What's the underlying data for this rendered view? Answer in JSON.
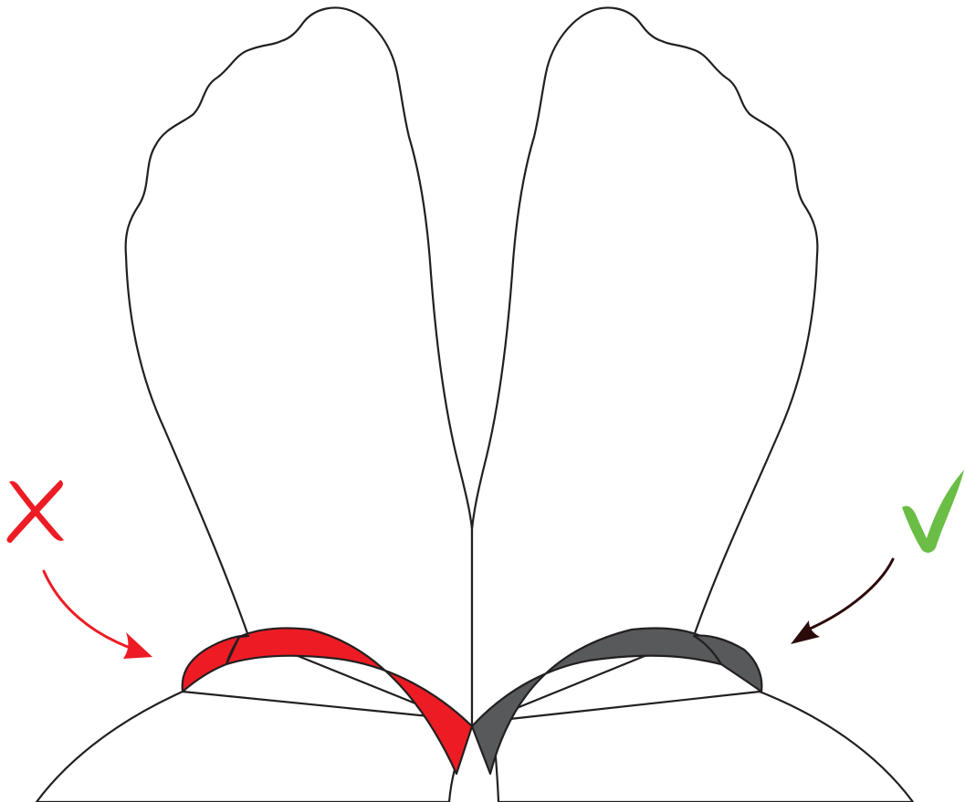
{
  "colors": {
    "wrong": "#ed1c24",
    "right": "#58595b",
    "check": "#6abd45",
    "wrong_arrow": "#ed1c24",
    "right_arrow": "#2b0a0a",
    "outline": "#231f20",
    "background": "#ffffff"
  },
  "icons": {
    "wrong_marker": "cross-icon",
    "right_marker": "check-icon",
    "wrong_pointer": "curved-arrow-icon",
    "right_pointer": "curved-arrow-icon"
  },
  "panels": {
    "left": {
      "verdict": "incorrect",
      "band_color_role": "wrong"
    },
    "right": {
      "verdict": "correct",
      "band_color_role": "right"
    }
  }
}
